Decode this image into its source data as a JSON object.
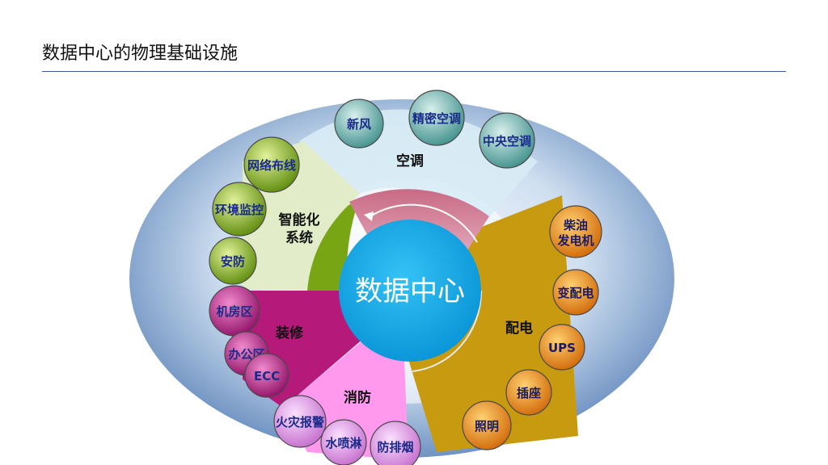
{
  "title": "数据中心的物理基础设施",
  "center": {
    "label": "数据中心"
  },
  "segments": [
    {
      "id": "aircon",
      "label": "空调",
      "color": "#d8ecf5",
      "items": [
        "新风",
        "精密空调",
        "中央空调"
      ]
    },
    {
      "id": "smart",
      "label": "智能化系统",
      "label_lines": [
        "智能化",
        "系统"
      ],
      "color": "#e2ecc8",
      "items": [
        "网络布线",
        "环境监控",
        "安防"
      ]
    },
    {
      "id": "decor",
      "label": "装修",
      "color": "#b5197a",
      "items": [
        "机房区",
        "办公区",
        "ECC"
      ]
    },
    {
      "id": "fire",
      "label": "消防",
      "color": "#ff99ee",
      "items": [
        "火灾报警",
        "水喷淋",
        "防排烟"
      ]
    },
    {
      "id": "power",
      "label": "配电",
      "color": "#c89a10",
      "items": [
        "柴油发电机",
        "变配电",
        "UPS",
        "插座",
        "照明"
      ]
    }
  ],
  "colors": {
    "ellipse_outer": "#5a82b8",
    "ellipse_inner": "#e6eef7",
    "center": "#0aa6e8",
    "bubble_aircon": "#3f8f8a",
    "bubble_smart": "#6e9a12",
    "bubble_decor": "#9a1470",
    "bubble_fire": "#d77adf",
    "bubble_power": "#e07a10"
  }
}
